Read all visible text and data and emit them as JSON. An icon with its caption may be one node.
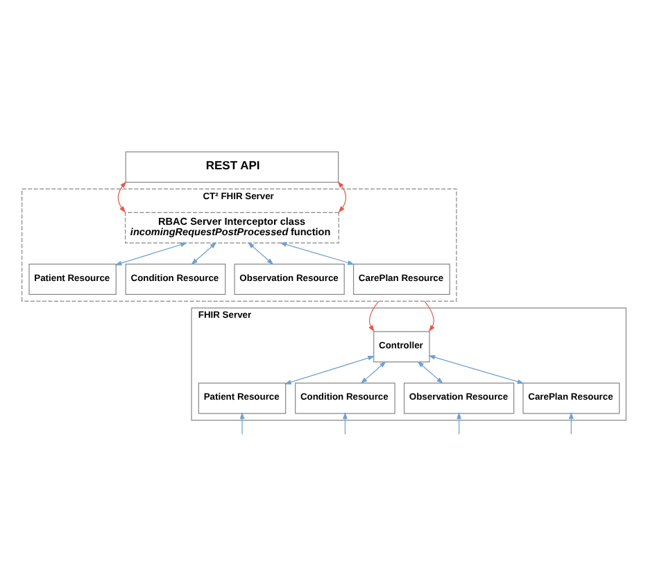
{
  "diagram": {
    "nodes": [
      {
        "text": [
          "REST API"
        ]
      },
      {
        "text": [
          "CT² FHIR Server"
        ]
      },
      {
        "text": [
          "RBAC Server Interceptor class",
          "*incomingRequestPostProcessed* function"
        ],
        "in": 1
      },
      {
        "text": [
          "Patient Resource"
        ],
        "in": 1
      },
      {
        "text": [
          "Condition Resource"
        ],
        "in": 1
      },
      {
        "text": [
          "Observation Resource"
        ],
        "in": 1
      },
      {
        "text": [
          "CarePlan Resource"
        ],
        "in": 1
      },
      {
        "text": [
          "FHIR Server"
        ]
      },
      {
        "text": [
          "Controller"
        ],
        "in": 7
      },
      {
        "text": [
          "Patient Resource"
        ],
        "in": 7
      },
      {
        "text": [
          "Condition Resource"
        ],
        "in": 7
      },
      {
        "text": [
          "Observation Resource"
        ],
        "in": 7
      },
      {
        "text": [
          "CarePlan Resource"
        ],
        "in": 7
      }
    ],
    "edges": [
      {
        "from": 0,
        "to": 2,
        "arrow": "both",
        "color": "#e8584a"
      },
      {
        "from": 0,
        "to": 2,
        "arrow": "both",
        "color": "#e8584a"
      },
      {
        "from": 2,
        "to": 3,
        "arrow": "both"
      },
      {
        "from": 2,
        "to": 4,
        "arrow": "both"
      },
      {
        "from": 2,
        "to": 5,
        "arrow": "both"
      },
      {
        "from": 2,
        "to": 6,
        "arrow": "both"
      },
      {
        "from": 1,
        "to": 8,
        "arrow": "to",
        "color": "#e8584a"
      },
      {
        "from": 1,
        "to": 8,
        "arrow": "to",
        "color": "#e8584a"
      },
      {
        "from": 8,
        "to": 9,
        "arrow": "both"
      },
      {
        "from": 8,
        "to": 10,
        "arrow": "both"
      },
      {
        "from": 8,
        "to": 11,
        "arrow": "both"
      },
      {
        "from": 8,
        "to": 12,
        "arrow": "both"
      },
      {
        "from": null,
        "to": 9,
        "arrow": "to"
      },
      {
        "from": null,
        "to": 10,
        "arrow": "to"
      },
      {
        "from": null,
        "to": 11,
        "arrow": "to"
      },
      {
        "from": null,
        "to": 12,
        "arrow": "to"
      }
    ]
  }
}
